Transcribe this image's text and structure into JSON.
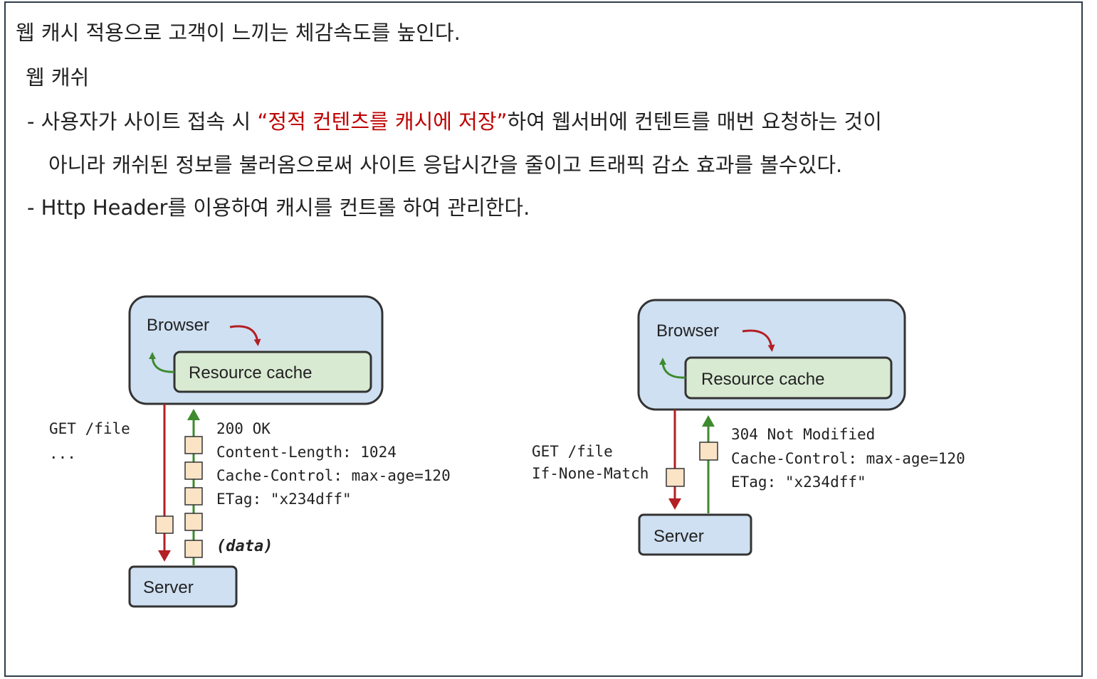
{
  "heading": "웹 캐시 적용으로 고객이 느끼는 체감속도를 높인다.",
  "section_title": "웹 캐쉬",
  "bullet1_prefix": "- 사용자가 사이트 접속 시 ",
  "bullet1_highlight": "“정적 컨텐츠를 캐시에 저장”",
  "bullet1_suffix": "하여 웹서버에 컨텐트를 매번 요청하는 것이",
  "bullet1_line2": "아니라 캐쉬된 정보를  불러옴으로써   사이트 응답시간을 줄이고 트래픽 감소 효과를 볼수있다.",
  "bullet2": "- Http Header를 이용하여 캐시를 컨트롤 하여 관리한다.",
  "colors": {
    "browser_fill": "#cfe0f2",
    "cache_fill": "#d9ead3",
    "request_arrow": "#b21f24",
    "response_arrow": "#3e8a2e",
    "packet_fill": "#fbe3c6"
  },
  "diagram_left": {
    "browser_label": "Browser",
    "cache_label": "Resource cache",
    "server_label": "Server",
    "request_lines": [
      "GET /file",
      "..."
    ],
    "response_lines": [
      "200 OK",
      "Content-Length: 1024",
      "Cache-Control: max-age=120",
      "ETag: \"x234dff\""
    ],
    "data_label": "(data)"
  },
  "diagram_right": {
    "browser_label": "Browser",
    "cache_label": "Resource cache",
    "server_label": "Server",
    "request_lines": [
      "GET /file",
      "If-None-Match"
    ],
    "response_lines": [
      "304 Not Modified",
      "Cache-Control: max-age=120",
      "ETag: \"x234dff\""
    ]
  }
}
